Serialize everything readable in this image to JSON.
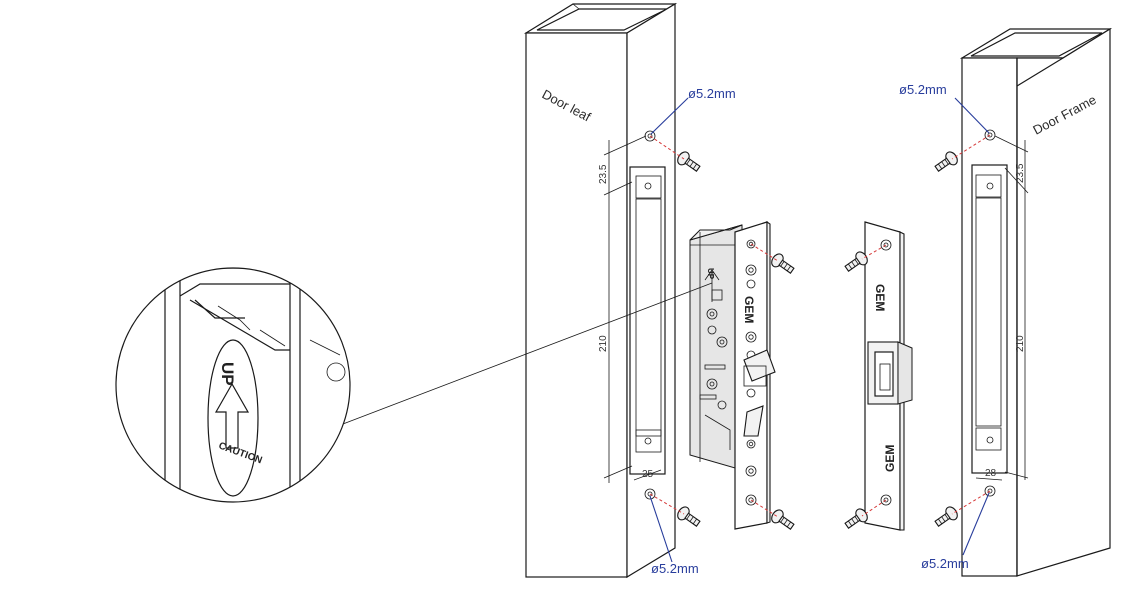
{
  "labels": {
    "door_leaf": "Door leaf",
    "door_frame": "Door Frame"
  },
  "callouts": {
    "hole_leaf_top": "ø5.2mm",
    "hole_leaf_bottom": "ø5.2mm",
    "hole_frame_top": "ø5.2mm",
    "hole_frame_bottom": "ø5.2mm"
  },
  "dimensions": {
    "leaf_top_offset": "23.5",
    "leaf_cutout_length": "210",
    "leaf_cutout_width": "25",
    "frame_top_offset": "23.5",
    "frame_cutout_length": "210",
    "frame_cutout_width": "28"
  },
  "markings": {
    "brand": "GEM",
    "up": "UP",
    "caution": "CAUTION"
  }
}
